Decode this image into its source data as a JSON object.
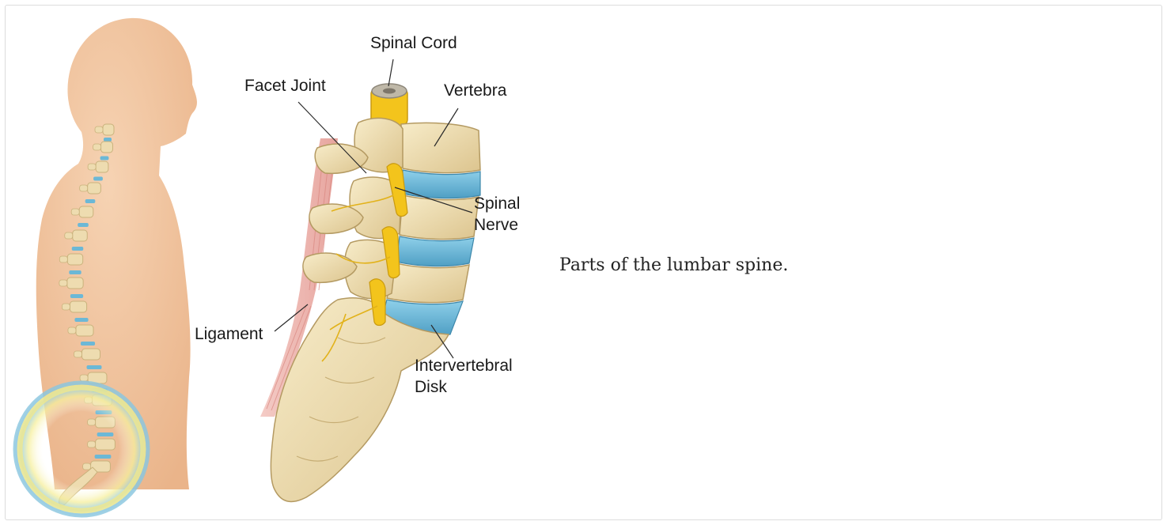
{
  "figure": {
    "labels": {
      "spinal_cord": "Spinal Cord",
      "facet_joint": "Facet Joint",
      "vertebra": "Vertebra",
      "spinal_nerve": [
        "Spinal",
        "Nerve"
      ],
      "ligament": "Ligament",
      "intervertebral_disk": [
        "Intervertebral",
        "Disk"
      ]
    },
    "colors": {
      "skin": "#f3c9a4",
      "bone": "#eedcb0",
      "bone_shadow": "#c9b27c",
      "disk": "#6cb8d6",
      "nerve": "#f2c318",
      "ligament": "#e7a39c",
      "highlight_ring": "#8cc6df",
      "highlight_glow": "#f4e98a"
    }
  },
  "caption": "Parts of the lumbar spine."
}
